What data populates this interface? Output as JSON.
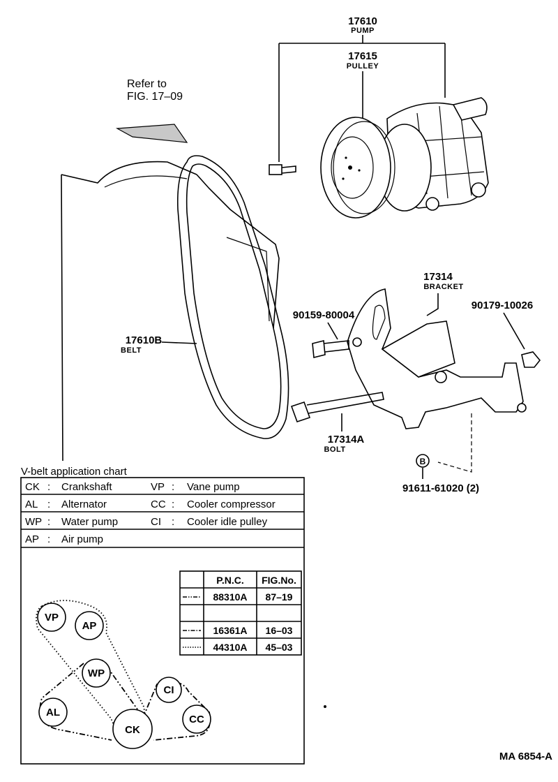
{
  "diagram_id": "MA 6854-A",
  "refer": {
    "line1": "Refer to",
    "line2": "FIG. 17–09"
  },
  "parts": [
    {
      "pnc": "17610",
      "name": "PUMP"
    },
    {
      "pnc": "17615",
      "name": "PULLEY"
    },
    {
      "pnc": "17314",
      "name": "BRACKET"
    },
    {
      "pnc": "90159-80004",
      "name": ""
    },
    {
      "pnc": "90179-10026",
      "name": ""
    },
    {
      "pnc": "17610B",
      "name": "BELT"
    },
    {
      "pnc": "17314A",
      "name": "BOLT"
    },
    {
      "pnc": "91611-61020 (2)",
      "name": ""
    }
  ],
  "circle_b": "B",
  "chart": {
    "title": "V-belt application chart",
    "legend": [
      {
        "code": "CK",
        "sep": ":",
        "label": "Crankshaft"
      },
      {
        "code": "VP",
        "sep": ":",
        "label": "Vane pump"
      },
      {
        "code": "AL",
        "sep": ":",
        "label": "Alternator"
      },
      {
        "code": "CC",
        "sep": ":",
        "label": "Cooler compressor"
      },
      {
        "code": "WP",
        "sep": ":",
        "label": "Water pump"
      },
      {
        "code": "CI",
        "sep": ":",
        "label": "Cooler idle pulley"
      },
      {
        "code": "AP",
        "sep": ":",
        "label": "Air pump"
      }
    ],
    "table": {
      "headers": [
        "",
        "P.N.C.",
        "FIG.No."
      ],
      "rows": [
        {
          "style": "dash-dot-dot",
          "pnc": "88310A",
          "fig": "87–19"
        },
        {
          "style": "blank",
          "pnc": "",
          "fig": ""
        },
        {
          "style": "dash-dot",
          "pnc": "16361A",
          "fig": "16–03"
        },
        {
          "style": "dotted",
          "pnc": "44310A",
          "fig": "45–03"
        }
      ]
    },
    "pulleys": [
      "VP",
      "AP",
      "WP",
      "CI",
      "AL",
      "CK",
      "CC"
    ]
  }
}
